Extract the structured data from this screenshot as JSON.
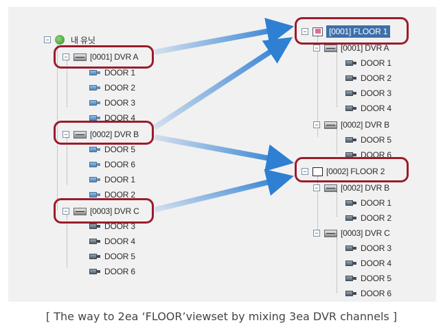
{
  "left_tree": {
    "root_label": "내 유닛",
    "dvrs": [
      {
        "label": "[0001] DVR A",
        "doors": [
          "DOOR 1",
          "DOOR 2",
          "DOOR 3",
          "DOOR 4"
        ]
      },
      {
        "label": "[0002] DVR B",
        "doors": [
          "DOOR 5",
          "DOOR 6",
          "DOOR 1",
          "DOOR 2"
        ]
      },
      {
        "label": "[0003] DVR C",
        "doors": [
          "DOOR 3",
          "DOOR 4",
          "DOOR 5",
          "DOOR 6"
        ]
      }
    ]
  },
  "right_tree": {
    "floors": [
      {
        "label": "[0001] FLOOR 1",
        "selected": true,
        "dvrs": [
          {
            "label": "[0001] DVR A",
            "doors": [
              "DOOR 1",
              "DOOR 2",
              "DOOR 3",
              "DOOR 4"
            ]
          },
          {
            "label": "[0002] DVR B",
            "doors": [
              "DOOR 5",
              "DOOR 6"
            ]
          }
        ]
      },
      {
        "label": "[0002] FLOOR 2",
        "selected": false,
        "dvrs": [
          {
            "label": "[0002] DVR B",
            "doors": [
              "DOOR 1",
              "DOOR 2"
            ]
          },
          {
            "label": "[0003] DVR C",
            "doors": [
              "DOOR 3",
              "DOOR 4",
              "DOOR 5",
              "DOOR 6"
            ]
          }
        ]
      }
    ]
  },
  "expander_symbol": "−",
  "caption": "[ The way to 2ea ‘FLOOR’viewset by mixing 3ea DVR channels ]",
  "colors": {
    "highlight": "#9b1b2b",
    "arrow": "#2f7fd3",
    "selection": "#3d6fa8"
  }
}
